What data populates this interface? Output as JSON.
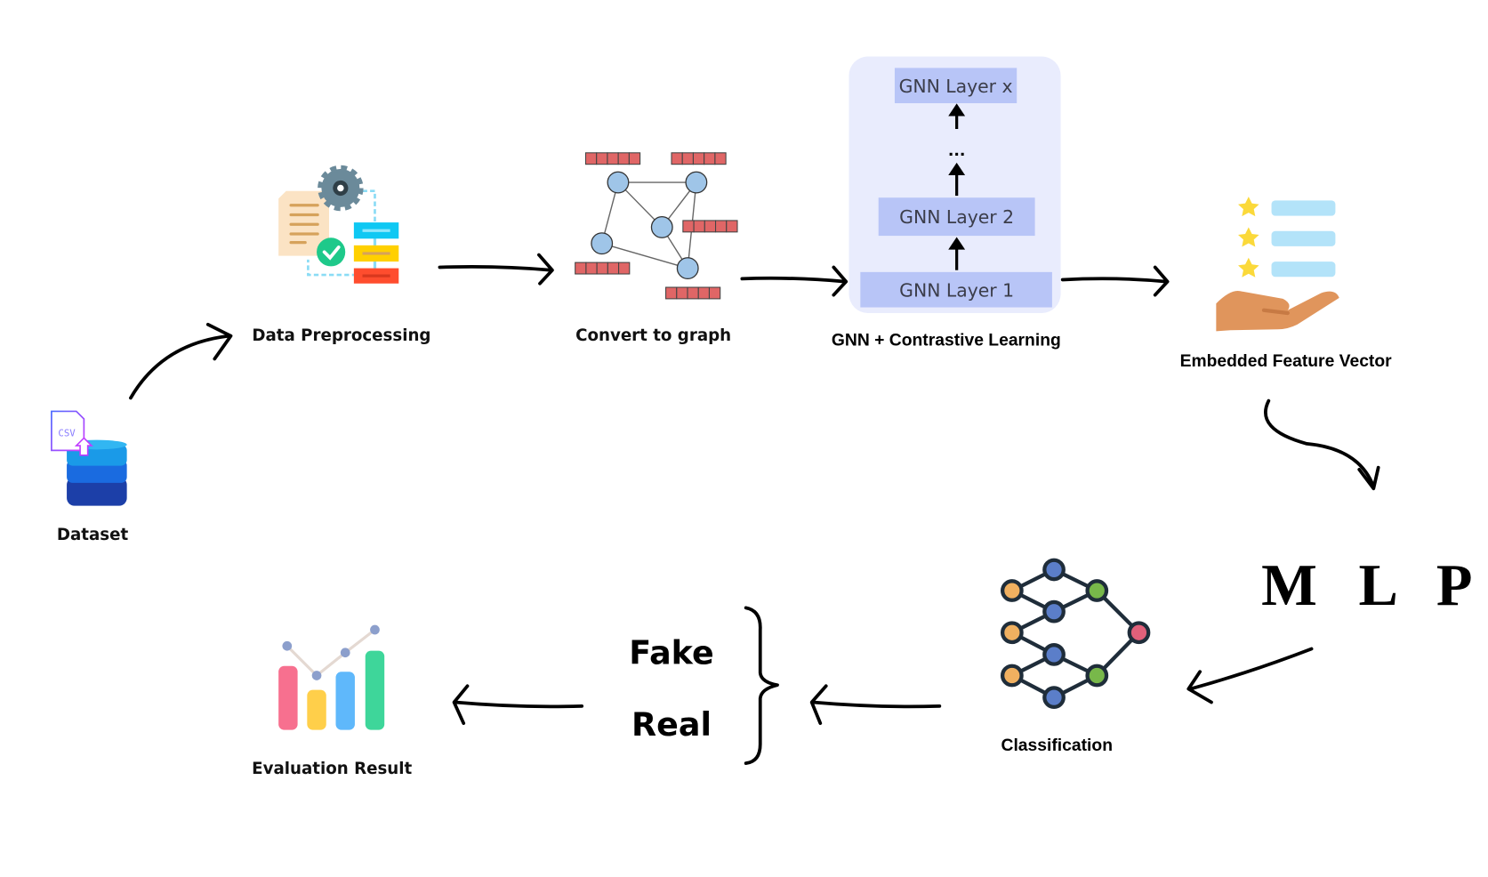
{
  "nodes": {
    "dataset": {
      "label": "Dataset",
      "icon": "csv-database-icon",
      "csv_text": "CSV"
    },
    "preprocessing": {
      "label": "Data Preprocessing",
      "icon": "gear-document-icon"
    },
    "graph": {
      "label": "Convert to graph",
      "icon": "graph-icon"
    },
    "gnn": {
      "label": "GNN + Contrastive Learning",
      "layers": [
        "GNN Layer x",
        "GNN Layer 2",
        "GNN Layer 1"
      ],
      "ellipsis": "...",
      "panel_color": "#e9ecfd",
      "layer_color": "#b8c5f7"
    },
    "embedding": {
      "label": "Embedded Feature Vector",
      "icon": "hand-stars-list-icon"
    },
    "mlp": {
      "label": "M L P"
    },
    "classification": {
      "label": "Classification",
      "icon": "neural-network-icon"
    },
    "outputs": {
      "items": [
        "Fake",
        "Real"
      ]
    },
    "evaluation": {
      "label": "Evaluation Result",
      "icon": "bar-chart-icon"
    }
  },
  "colors": {
    "feature_cell": "#e06666",
    "graph_node": "#9fc5e8"
  }
}
